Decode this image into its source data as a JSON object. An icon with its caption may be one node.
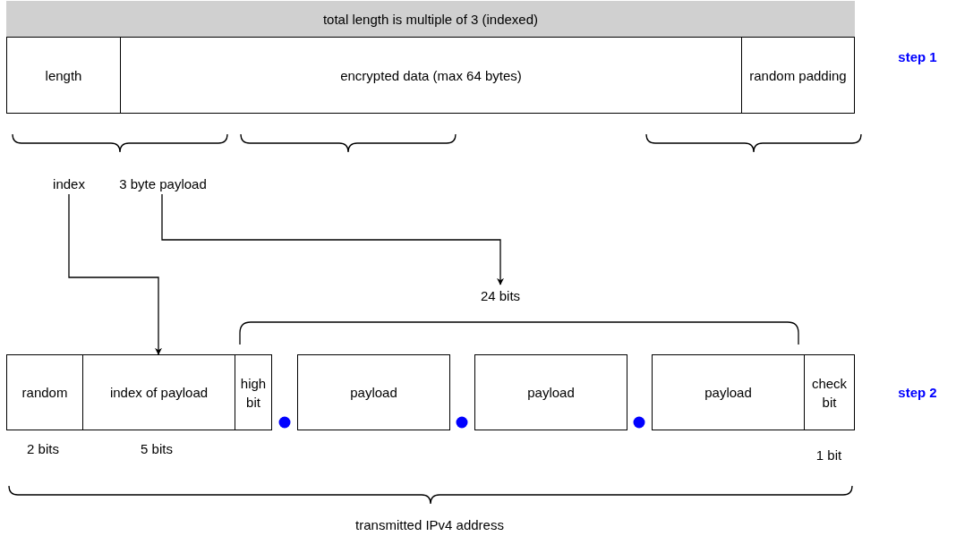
{
  "diagram": {
    "nodes": [
      {
        "text": [
          "total length is multiple of 3 (indexed)"
        ]
      },
      {
        "text": [
          "length"
        ]
      },
      {
        "text": [
          "encrypted data (max 64 bytes)"
        ]
      },
      {
        "text": [
          "random padding"
        ]
      },
      {
        "text": [
          "index"
        ]
      },
      {
        "text": [
          "3 byte payload"
        ]
      },
      {
        "text": [
          "24 bits"
        ]
      },
      {
        "text": [
          "random"
        ]
      },
      {
        "text": [
          "index of payload"
        ]
      },
      {
        "text": [
          "high bit"
        ]
      },
      {
        "text": [
          "payload"
        ]
      },
      {
        "text": [
          "payload"
        ]
      },
      {
        "text": [
          "payload"
        ]
      },
      {
        "text": [
          "check bit"
        ]
      }
    ],
    "edges": [
      {
        "from": 4,
        "to": 8,
        "arrow": "to"
      },
      {
        "from": 5,
        "to": 6,
        "arrow": "to"
      }
    ],
    "labels": [
      "step 1",
      "step 2",
      "2 bits",
      "5 bits",
      "1 bit",
      "transmitted IPv4 address"
    ]
  }
}
